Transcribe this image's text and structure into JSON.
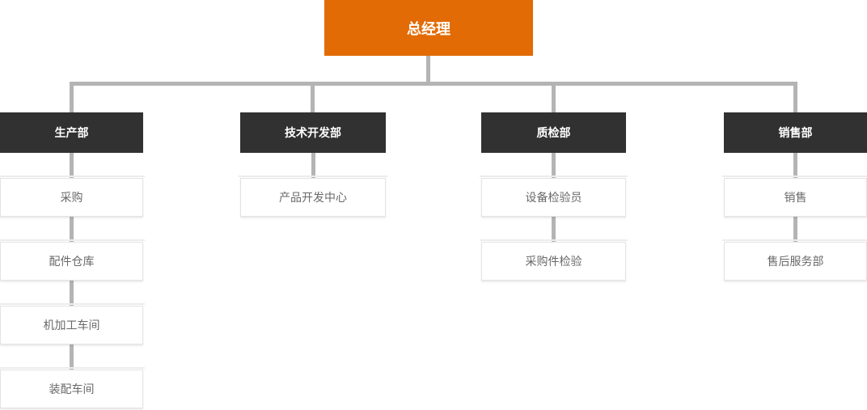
{
  "org_chart": {
    "root": {
      "label": "总经理"
    },
    "departments": [
      {
        "label": "生产部",
        "children": [
          "采购",
          "配件仓库",
          "机加工车间",
          "装配车间"
        ]
      },
      {
        "label": "技术开发部",
        "children": [
          "产品开发中心"
        ]
      },
      {
        "label": "质检部",
        "children": [
          "设备检验员",
          "采购件检验"
        ]
      },
      {
        "label": "销售部",
        "children": [
          "销售",
          "售后服务部"
        ]
      }
    ],
    "colors": {
      "root_background": "#e26b06",
      "department_background": "#313131",
      "connector": "#b4b4b4",
      "child_border": "#e3e3e3",
      "child_text": "#696969",
      "node_text": "#ffffff"
    }
  }
}
